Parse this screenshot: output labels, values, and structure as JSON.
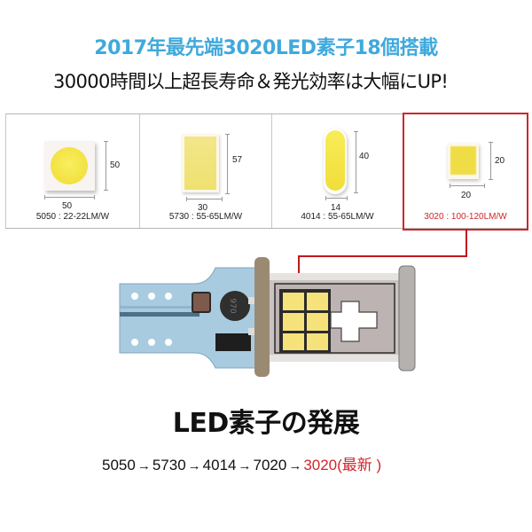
{
  "header": {
    "headline": "2017年最先端3020LED素子18個搭載",
    "subline": "30000時間以上超長寿命＆発光効率は大幅にUP!"
  },
  "colors": {
    "headline": "#3fa9dc",
    "highlight": "#d0262c",
    "chip_yellow": "#f2e140"
  },
  "spec_table": {
    "cells": [
      {
        "model": "5050",
        "caption": "5050 : 22-22LM/W",
        "width_label": "50",
        "height_label": "50",
        "shape": "square-with-circle",
        "highlighted": false
      },
      {
        "model": "5730",
        "caption": "5730 : 55-65LM/W",
        "width_label": "30",
        "height_label": "57",
        "shape": "rectangle",
        "highlighted": false
      },
      {
        "model": "4014",
        "caption": "4014 : 55-65LM/W",
        "width_label": "14",
        "height_label": "40",
        "shape": "pill",
        "highlighted": false
      },
      {
        "model": "3020",
        "caption": "3020 : 100-120LM/W",
        "width_label": "20",
        "height_label": "20",
        "shape": "square",
        "highlighted": true
      }
    ]
  },
  "product": {
    "description": "T16 LED bulb with 3020 LED chips"
  },
  "evolution": {
    "title": "LED素子の発展",
    "steps": [
      "5050",
      "5730",
      "4014",
      "7020"
    ],
    "latest": "3020(最新 )",
    "arrow": "→"
  }
}
